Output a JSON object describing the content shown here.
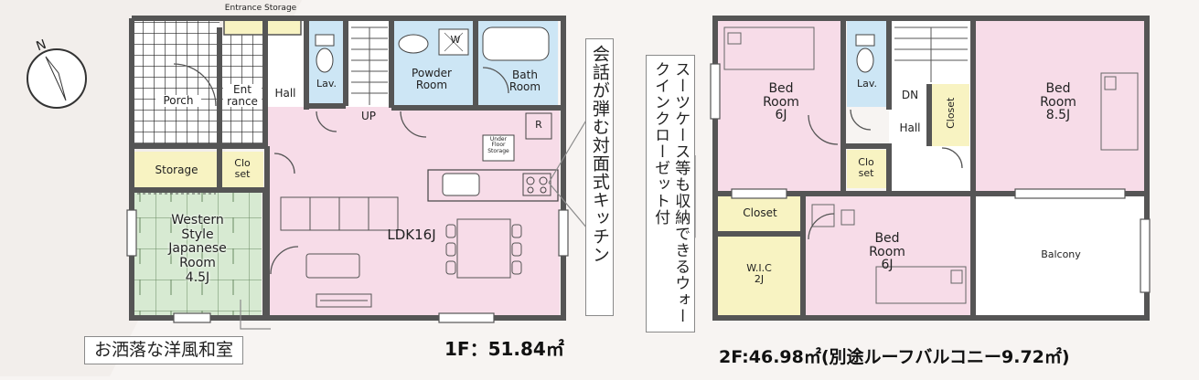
{
  "compass": {
    "label": "N"
  },
  "floor1": {
    "labels": {
      "entrance_storage": "Entrance Storage",
      "porch": "Porch",
      "entrance": "Ent\nrance",
      "hall": "Hall",
      "lav": "Lav.",
      "up": "UP",
      "powder_room": "Powder\nRoom",
      "washer": "W",
      "bath_room": "Bath\nRoom",
      "storage": "Storage",
      "closet": "Clo\nset",
      "japanese_room": "Western\nStyle\nJapanese\nRoom\n4.5J",
      "ldk": "LDK16J",
      "underfloor_storage": "Under\nFloor\nStorage",
      "refrigerator": "R"
    },
    "area_text": "1F：51.84㎡",
    "callout_kitchen": "会話が弾む対面式キッチン",
    "callout_room": "お洒落な洋風和室"
  },
  "floor2": {
    "labels": {
      "bed_6j_top": "Bed\nRoom\n6J",
      "lav": "Lav.",
      "dn": "DN",
      "hall": "Hall",
      "closet_vertical": "Closet",
      "bed_85j": "Bed\nRoom\n8.5J",
      "closet_small": "Clo\nset",
      "closet": "Closet",
      "wic": "W.I.C\n2J",
      "bed_6j_bottom": "Bed\nRoom\n6J",
      "balcony": "Balcony"
    },
    "area_text": "2F:46.98㎡(別途ルーフバルコニー9.72㎡)",
    "callout_closet": "スーツケース等も収納できるウォークインクローゼット付"
  },
  "colors": {
    "wall": "#555555",
    "pink": "#f7dce8",
    "blue": "#cde6f5",
    "yellow": "#f8f3c2",
    "green": "#d7ead2",
    "white_room": "#ffffff",
    "hatch": "#444444"
  }
}
